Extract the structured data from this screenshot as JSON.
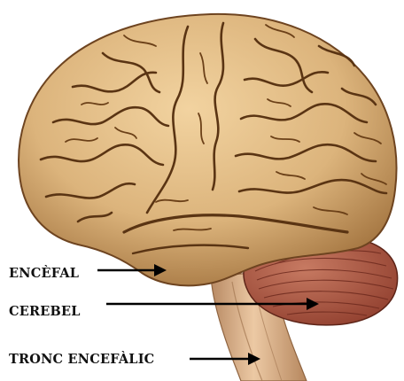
{
  "labels": {
    "encefal": "ENCÈFAL",
    "cerebel": "CEREBEL",
    "tronc": "TRONC ENCEFÀLIC"
  },
  "colors": {
    "background": "#ffffff",
    "cortex": "#dcb47c",
    "cortex_shadow": "#8a5a2a",
    "sulcus": "#5a3413",
    "cerebellum": "#b05a44",
    "cerebellum_lines": "#6e2a1e",
    "brainstem": "#d9b08a",
    "arrow": "#000000"
  },
  "icons": {
    "figure": "brain-lateral-view-illustration"
  }
}
